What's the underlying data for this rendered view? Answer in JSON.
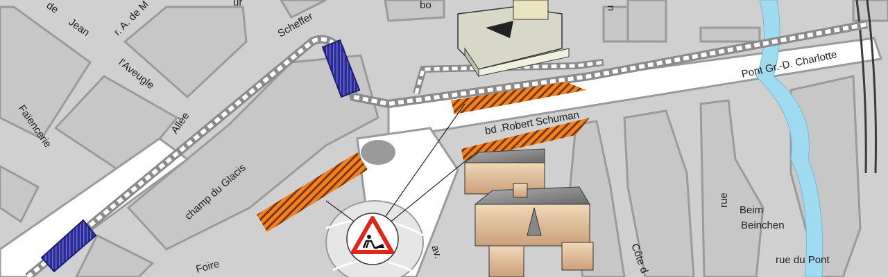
{
  "colors": {
    "block": "#c7c7c7",
    "road": "#ffffff",
    "road_edge": "#9a9a9a",
    "river": "#9fdcf2",
    "works_orange": "#f58220",
    "parking_blue": "#2a2c94",
    "tram_dash": "#8a8a8a",
    "sign_red": "#e1251b"
  },
  "icons": [
    "roadworks-warning-sign-icon",
    "parking-icon"
  ],
  "labels": {
    "jean": "Jean",
    "ra_de": "r. A. de M",
    "aveugle": "l'Aveugle",
    "scheffer": "Scheffer",
    "allee": "Allée",
    "faiencerie": "Faïencerie",
    "champ_du_glacis": "champ du Glacis",
    "bd_robert_schuman": "bd .Robert Schuman",
    "pont_charlotte": "Pont Gr.-D. Charlotte",
    "rue": "rue",
    "beim": "Beim",
    "beinchen": "Beinchen",
    "rue_du_pont": "rue du Pont",
    "cote_d": "Côte d",
    "av": "av.",
    "foire": "Foire",
    "frag_de": "de",
    "frag_ur": "ur",
    "frag_bo": "bo",
    "frag_u": "u"
  }
}
